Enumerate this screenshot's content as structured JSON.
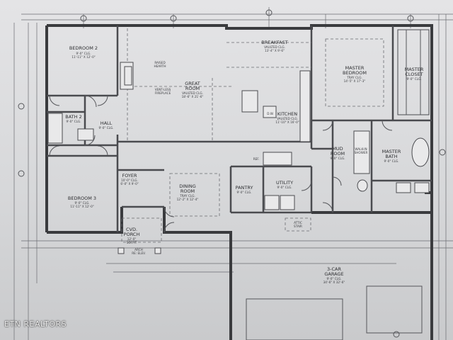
{
  "rooms": {
    "bedroom2": {
      "name": "BEDROOM 2",
      "sub1": "9'-0\" CLG.",
      "sub2": "11'-11\" X 12'-0\""
    },
    "great_room": {
      "name": "GREAT",
      "name2": "ROOM",
      "sub1": "VAULTED CLG.",
      "sub2": "18'-6\" X 21'-6\""
    },
    "breakfast": {
      "name": "BREAKFAST",
      "sub1": "VAULTED CLG.",
      "sub2": "13'-4\" X 9'-6\""
    },
    "kitchen": {
      "name": "KITCHEN",
      "sub1": "VAULTED CLG.",
      "sub2": "11'-10\" X 16'-0\""
    },
    "master_bedroom": {
      "name": "MASTER",
      "name2": "BEDROOM",
      "sub1": "TRAY CLG.",
      "sub2": "14'-5\" X 17'-3\""
    },
    "master_closet": {
      "name": "MASTER",
      "name2": "CLOSET",
      "sub1": "9'-0\" CLG."
    },
    "bath2": {
      "name": "BATH 2",
      "sub1": "9'-0\" CLG."
    },
    "hall": {
      "name": "HALL",
      "sub1": "9'-0\" CLG."
    },
    "foyer": {
      "name": "FOYER",
      "sub1": "10'-0\" CLG.",
      "sub2": "6'-0\" X 9'-0\""
    },
    "bedroom3": {
      "name": "BEDROOM 3",
      "sub1": "9'-0\" CLG.",
      "sub2": "11'-11\" X 12'-0\""
    },
    "dining": {
      "name": "DINING",
      "name2": "ROOM",
      "sub1": "TRAY CLG.",
      "sub2": "12'-2\" X 12'-4\""
    },
    "pantry": {
      "name": "PANTRY",
      "sub1": "9'-0\" CLG."
    },
    "utility": {
      "name": "UTILITY",
      "sub1": "9'-0\" CLG."
    },
    "mud_room": {
      "name": "MUD",
      "name2": "ROOM",
      "sub1": "9'-0\" CLG."
    },
    "master_bath": {
      "name": "MASTER",
      "name2": "BATH",
      "sub1": "9'-0\" CLG."
    },
    "porch": {
      "name": "CVD.",
      "name2": "PORCH",
      "sub1": "12'-0\"",
      "sub2": "SOFFIT"
    },
    "garage": {
      "name": "3-CAR",
      "name2": "GARAGE",
      "sub1": "9'-0\" CLG.",
      "sub2": "34'-6\" X 32'-6\""
    }
  },
  "notes": {
    "raised_hearth": "RAISED",
    "raised_hearth2": "HEARTH",
    "fireplace": "VENT-LESS",
    "fireplace2": "FIREPLACE",
    "walk_shower": "WALK-IN",
    "walk_shower2": "SHOWER",
    "attic_stair": "ATTIC",
    "attic_stair2": "STAIR",
    "ref": "REF.",
    "dw": "D.W.",
    "arch": "ARCH",
    "arch2": "RE: ELEV."
  },
  "watermark": "ETN REALTORS"
}
